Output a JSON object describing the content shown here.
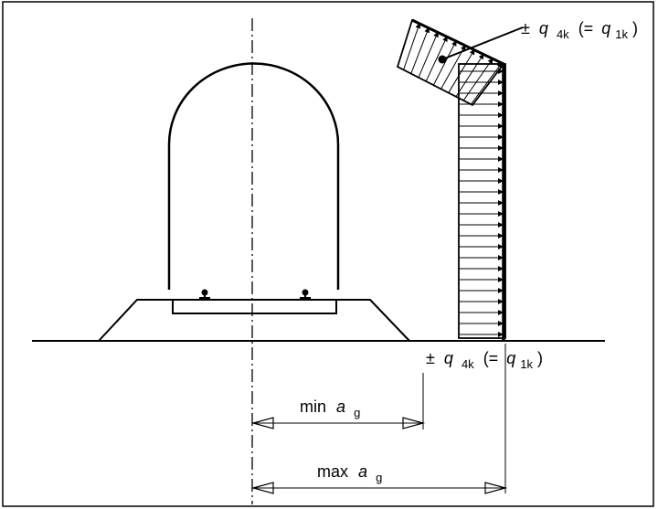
{
  "labels": {
    "top": {
      "pm": "±",
      "q": "q",
      "sub": "4k",
      "eq": "(=",
      "q2": "q",
      "sub2": "1k",
      "close": ")"
    },
    "bottom": {
      "pm": "±",
      "q": "q",
      "sub": "4k",
      "eq": "(=",
      "q2": "q",
      "sub2": "1k",
      "close": ")"
    },
    "min_dim": {
      "word": "min",
      "a": "a",
      "sub": "g"
    },
    "max_dim": {
      "word": "max",
      "a": "a",
      "sub": "g"
    }
  },
  "colors": {
    "line": "#000000",
    "background": "#ffffff"
  }
}
